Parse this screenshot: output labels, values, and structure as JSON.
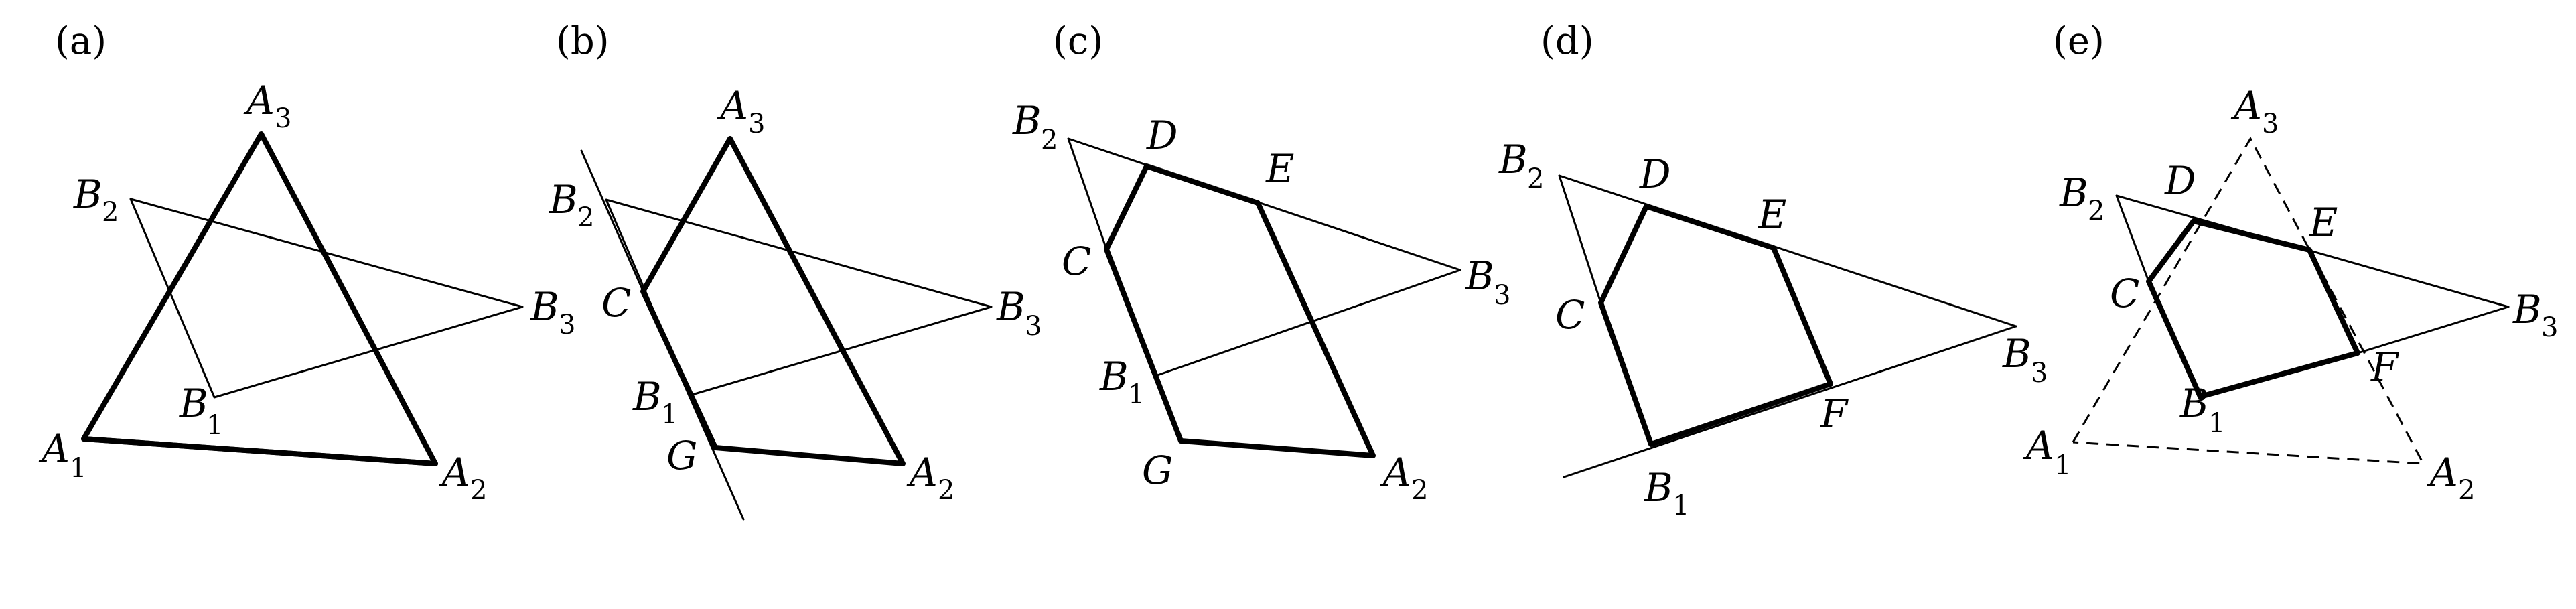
{
  "panels": [
    {
      "label": "(a)"
    },
    {
      "label": "(b)"
    },
    {
      "label": "(c)"
    },
    {
      "label": "(d)"
    },
    {
      "label": "(e)"
    }
  ],
  "points": {
    "A1": {
      "main": "A",
      "sub": "1"
    },
    "A2": {
      "main": "A",
      "sub": "2"
    },
    "A3": {
      "main": "A",
      "sub": "3"
    },
    "B1": {
      "main": "B",
      "sub": "1"
    },
    "B2": {
      "main": "B",
      "sub": "2"
    },
    "B3": {
      "main": "B",
      "sub": "3"
    },
    "C": {
      "main": "C",
      "sub": ""
    },
    "D": {
      "main": "D",
      "sub": ""
    },
    "E": {
      "main": "E",
      "sub": ""
    },
    "F": {
      "main": "F",
      "sub": ""
    },
    "G": {
      "main": "G",
      "sub": ""
    }
  }
}
